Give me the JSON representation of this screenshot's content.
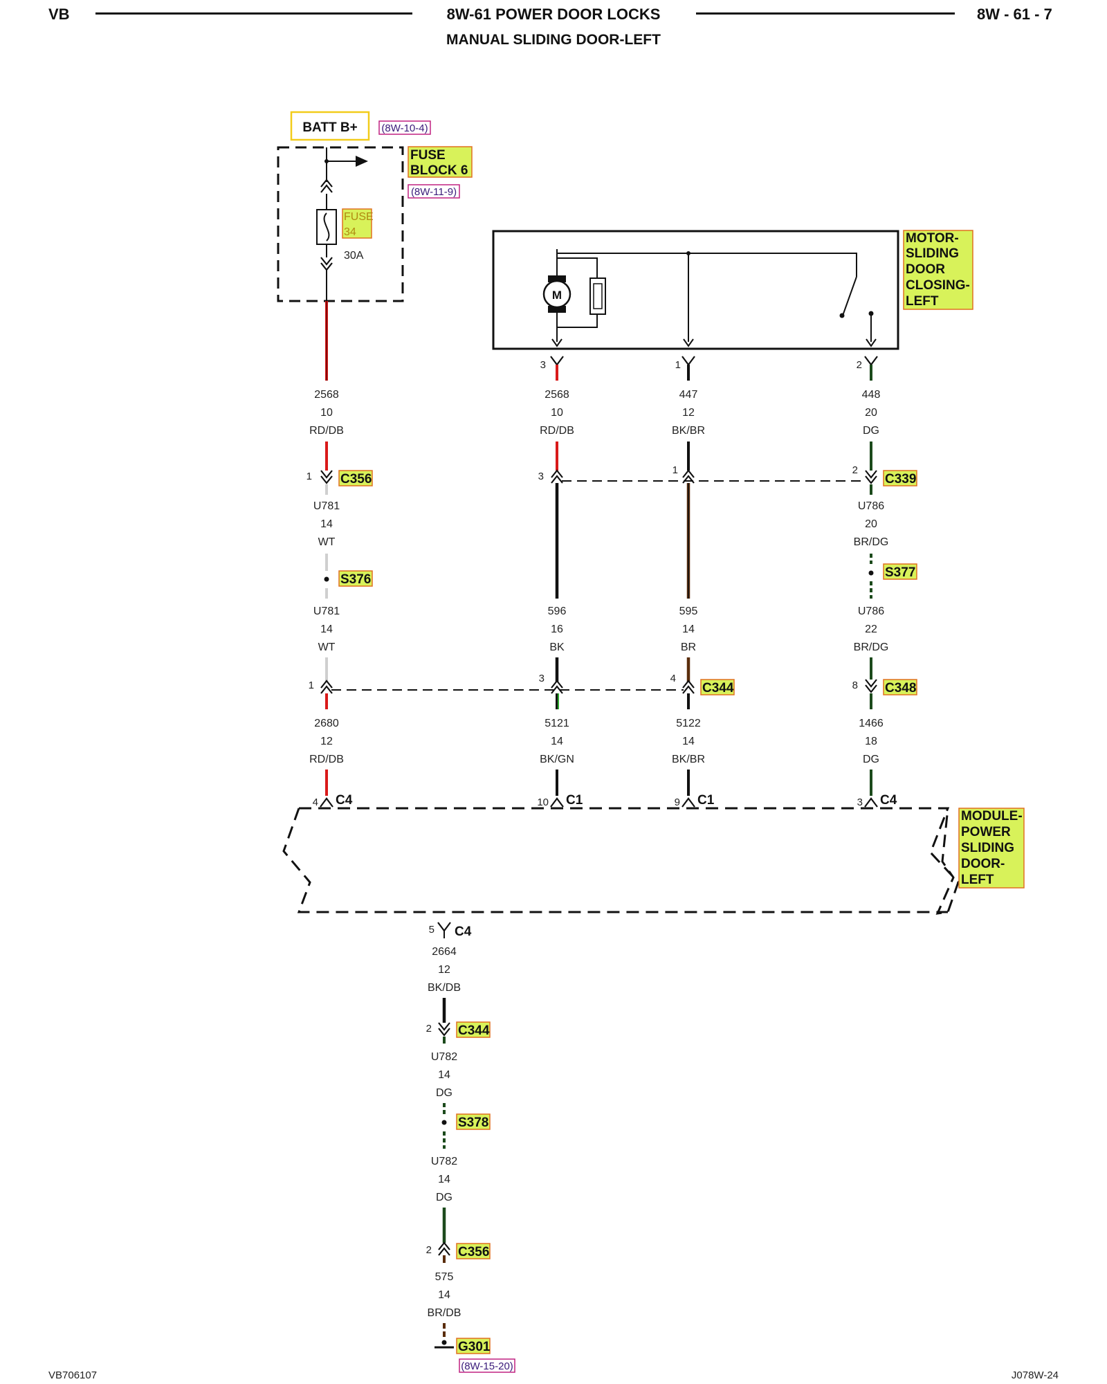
{
  "header": {
    "left": "VB",
    "title": "8W-61 POWER DOOR LOCKS",
    "subtitle": "MANUAL SLIDING DOOR-LEFT",
    "page": "8W - 61 - 7"
  },
  "footer": {
    "left": "VB706107",
    "right": "J078W-24"
  },
  "top": {
    "batt": "BATT B+",
    "batt_ref": "(8W-10-4)",
    "fuse_block": [
      "FUSE",
      "BLOCK 6"
    ],
    "fuse_block_ref": "(8W-11-9)",
    "fuse": [
      "FUSE",
      "34"
    ],
    "fuse_rating": "30A"
  },
  "motor": {
    "lines": [
      "MOTOR-",
      "SLIDING",
      "DOOR",
      "CLOSING-",
      "LEFT"
    ],
    "motor_symbol": "M",
    "pins": [
      "3",
      "1",
      "2"
    ]
  },
  "module": {
    "lines": [
      "MODULE-",
      "POWER",
      "SLIDING",
      "DOOR-",
      "LEFT"
    ]
  },
  "wires": {
    "w1": [
      "2568",
      "10",
      "RD/DB"
    ],
    "w2": [
      "2568",
      "10",
      "RD/DB"
    ],
    "w3": [
      "447",
      "12",
      "BK/BR"
    ],
    "w4": [
      "448",
      "20",
      "DG"
    ],
    "u781a": [
      "U781",
      "14",
      "WT"
    ],
    "u781b": [
      "U781",
      "14",
      "WT"
    ],
    "w596": [
      "596",
      "16",
      "BK"
    ],
    "w595": [
      "595",
      "14",
      "BR"
    ],
    "u786a": [
      "U786",
      "20",
      "BR/DG"
    ],
    "u786b": [
      "U786",
      "22",
      "BR/DG"
    ],
    "w2680": [
      "2680",
      "12",
      "RD/DB"
    ],
    "w5121": [
      "5121",
      "14",
      "BK/GN"
    ],
    "w5122": [
      "5122",
      "14",
      "BK/BR"
    ],
    "w1466": [
      "1466",
      "18",
      "DG"
    ],
    "w2664": [
      "2664",
      "12",
      "BK/DB"
    ],
    "u782a": [
      "U782",
      "14",
      "DG"
    ],
    "u782b": [
      "U782",
      "14",
      "DG"
    ],
    "w575": [
      "575",
      "14",
      "BR/DB"
    ]
  },
  "connectors": {
    "c356_top": {
      "pin": "1",
      "label": "C356"
    },
    "c339": {
      "pins": [
        "3",
        "1",
        "2"
      ],
      "label": "C339"
    },
    "s376": "S376",
    "s377": "S377",
    "c344_mid": {
      "pins": [
        "1",
        "3",
        "4"
      ],
      "label": "C344"
    },
    "c348": {
      "pin": "8",
      "label": "C348"
    },
    "mod_pins": [
      {
        "pin": "4",
        "label": "C4"
      },
      {
        "pin": "10",
        "label": "C1"
      },
      {
        "pin": "9",
        "label": "C1"
      },
      {
        "pin": "3",
        "label": "C4"
      }
    ],
    "mod_out": {
      "pin": "5",
      "label": "C4"
    },
    "c344_bot": {
      "pin": "2",
      "label": "C344"
    },
    "s378": "S378",
    "c356_bot": {
      "pin": "2",
      "label": "C356"
    },
    "g301": "G301",
    "g301_ref": "(8W-15-20)"
  },
  "colors": {
    "red": "#d91a1a",
    "black": "#111111",
    "brown": "#5a2d0c",
    "dkgreen": "#1c4a1c",
    "white_wire": "#cfcfcf",
    "green": "#2ea82e",
    "highlight": "#d8f25a",
    "highlight_border": "#e07020",
    "ref_border": "#c02080",
    "batt_border": "#f2cc1a"
  }
}
